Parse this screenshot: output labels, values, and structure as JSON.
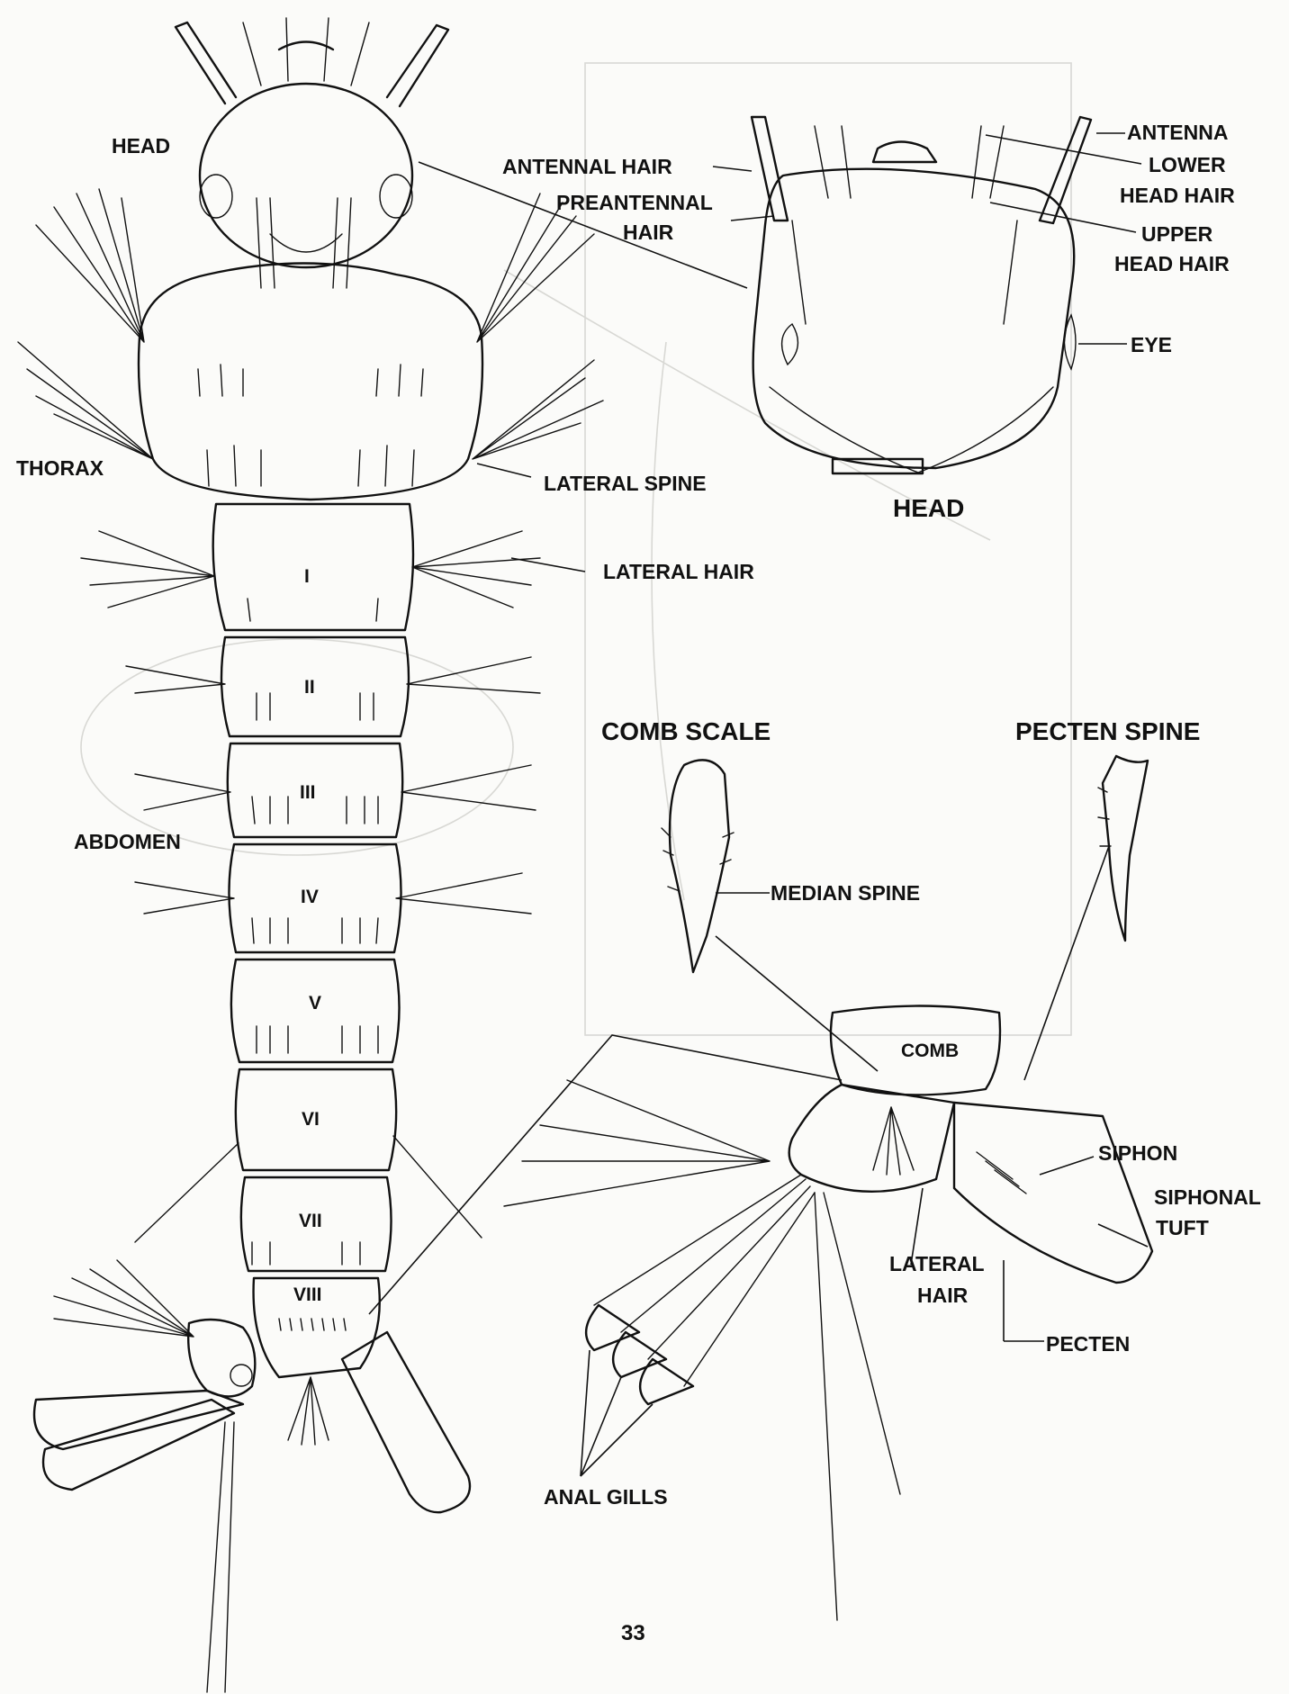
{
  "larva_labels": {
    "head": "HEAD",
    "thorax": "THORAX",
    "abdomen": "ABDOMEN",
    "lateral_spine": "LATERAL SPINE",
    "lateral_hair": "LATERAL HAIR"
  },
  "segments": [
    "I",
    "II",
    "III",
    "IV",
    "V",
    "VI",
    "VII",
    "VIII"
  ],
  "head_detail": {
    "title": "HEAD",
    "antennal_hair": "ANTENNAL HAIR",
    "preantennal_hair": [
      "PREANTENNAL",
      "HAIR"
    ],
    "antenna": "ANTENNA",
    "lower_head_hair": [
      "LOWER",
      "HEAD HAIR"
    ],
    "upper_head_hair": [
      "UPPER",
      "HEAD HAIR"
    ],
    "eye": "EYE"
  },
  "comb_scale": {
    "title": "COMB SCALE",
    "median_spine": "MEDIAN SPINE"
  },
  "pecten_spine": {
    "title": "PECTEN SPINE"
  },
  "terminal_detail": {
    "comb": "COMB",
    "siphon": "SIPHON",
    "siphonal_tuft": [
      "SIPHONAL",
      "TUFT"
    ],
    "lateral_hair": [
      "LATERAL",
      "HAIR"
    ],
    "pecten": "PECTEN",
    "anal_gills": "ANAL GILLS"
  },
  "page_number": "33",
  "colors": {
    "ink": "#111111",
    "paper": "#fbfbf9",
    "bleed_through": "#d6d6d2"
  }
}
